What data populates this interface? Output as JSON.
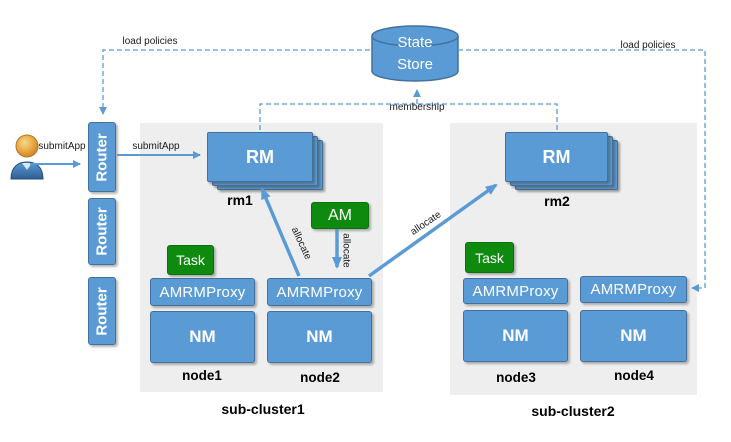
{
  "colors": {
    "box_blue": "#5B9BD5",
    "box_border": "#41719C",
    "green": "#0E8A0E",
    "panel_gray": "#EEEEEE",
    "arrow_blue": "#5B9BD5"
  },
  "user": {
    "submit_label": "submitApp"
  },
  "routers": {
    "labels": [
      "Router",
      "Router",
      "Router"
    ],
    "submit_label": "submitApp"
  },
  "state_store": {
    "line1": "State",
    "line2": "Store"
  },
  "connectors": {
    "load_policies_left": "load policies",
    "load_policies_right": "load policies",
    "membership": "membership",
    "allocate_1": "allocate",
    "allocate_2": "allocate",
    "allocate_3": "allocate"
  },
  "subcluster1": {
    "title": "sub-cluster1",
    "rm_label": "RM",
    "rm_name": "rm1",
    "am_label": "AM",
    "task_label": "Task",
    "nodes": [
      {
        "proxy": "AMRMProxy",
        "nm": "NM",
        "name": "node1"
      },
      {
        "proxy": "AMRMProxy",
        "nm": "NM",
        "name": "node2"
      }
    ]
  },
  "subcluster2": {
    "title": "sub-cluster2",
    "rm_label": "RM",
    "rm_name": "rm2",
    "task_label": "Task",
    "nodes": [
      {
        "proxy": "AMRMProxy",
        "nm": "NM",
        "name": "node3"
      },
      {
        "proxy": "AMRMProxy",
        "nm": "NM",
        "name": "node4"
      }
    ]
  }
}
